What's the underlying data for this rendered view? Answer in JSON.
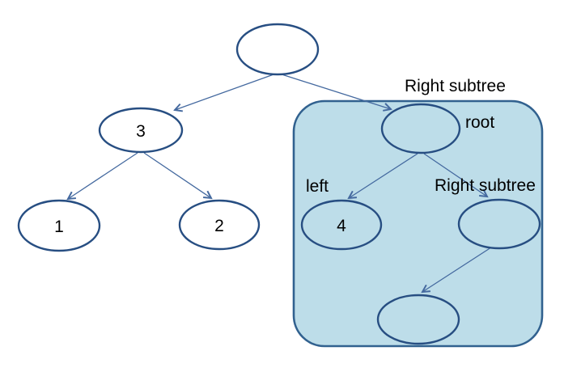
{
  "colors": {
    "background": "#ffffff",
    "subtree_box_fill": "#bddde9",
    "subtree_box_border": "#31618f",
    "node_border": "#274e82",
    "node_fill": "#ffffff",
    "edge_line": "#44699f",
    "label_text": "#000000"
  },
  "labels": {
    "subtree_box_title": "Right subtree",
    "subtree_root": "root",
    "subtree_left": "left",
    "subtree_right": "Right subtree"
  },
  "nodes": {
    "tree_root": {
      "value": ""
    },
    "left_child": {
      "value": "3"
    },
    "left_left_leaf": {
      "value": "1"
    },
    "left_right_leaf": {
      "value": "2"
    },
    "subtree_root": {
      "value": ""
    },
    "subtree_left_leaf": {
      "value": "4"
    },
    "subtree_right_child": {
      "value": ""
    },
    "subtree_bottom_leaf": {
      "value": ""
    }
  },
  "edges": [
    {
      "from": "tree_root",
      "to": "left_child"
    },
    {
      "from": "tree_root",
      "to": "subtree_root"
    },
    {
      "from": "left_child",
      "to": "left_left_leaf"
    },
    {
      "from": "left_child",
      "to": "left_right_leaf"
    },
    {
      "from": "subtree_root",
      "to": "subtree_left_leaf"
    },
    {
      "from": "subtree_root",
      "to": "subtree_right_child"
    },
    {
      "from": "subtree_right_child",
      "to": "subtree_bottom_leaf"
    }
  ]
}
